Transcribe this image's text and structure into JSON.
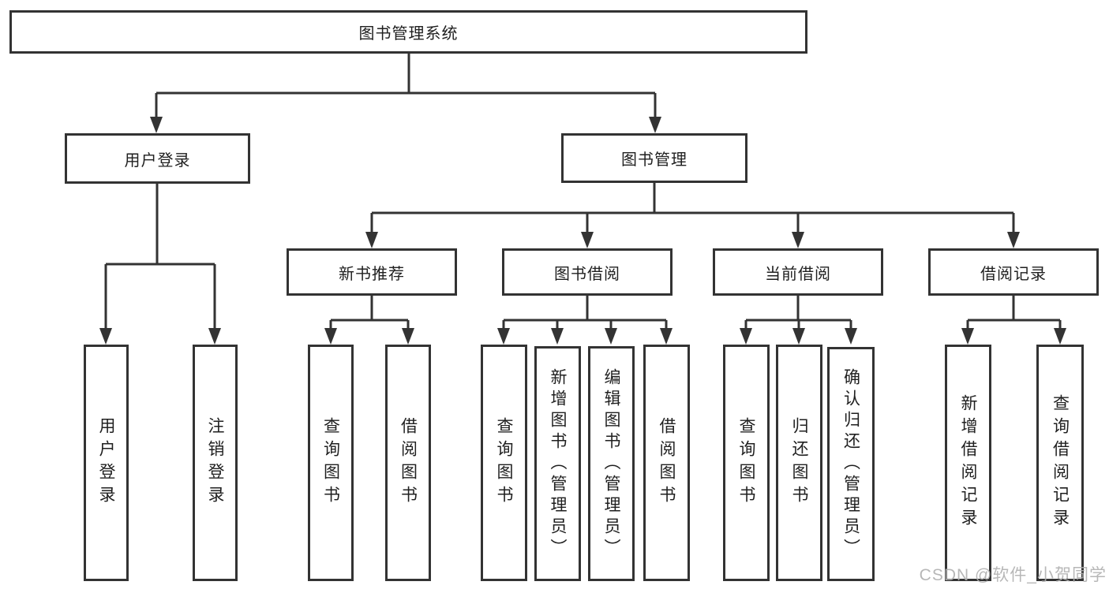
{
  "diagram": {
    "title": "图书管理系统",
    "nodes": {
      "root": "图书管理系统",
      "user_login": "用户登录",
      "book_management": "图书管理",
      "new_book_rec": "新书推荐",
      "book_borrow": "图书借阅",
      "current_borrow": "当前借阅",
      "borrow_records": "借阅记录",
      "leaf_user_login": "用户登录",
      "leaf_logout": "注销登录",
      "leaf_nbr_query": "查询图书",
      "leaf_nbr_borrow": "借阅图书",
      "leaf_bb_query": "查询图书",
      "leaf_bb_add": "新增图书（管理员）",
      "leaf_bb_edit": "编辑图书（管理员）",
      "leaf_bb_borrow": "借阅图书",
      "leaf_cb_query": "查询图书",
      "leaf_cb_return": "归还图书",
      "leaf_cb_confirm": "确认归还（管理员）",
      "leaf_br_add": "新增借阅记录",
      "leaf_br_query": "查询借阅记录"
    },
    "colors": {
      "line": "#333333",
      "text": "#1f1f1f",
      "background": "#ffffff",
      "watermark": "#b0b0b0"
    }
  },
  "watermark": {
    "text": "CSDN @软件_小贺同学"
  }
}
